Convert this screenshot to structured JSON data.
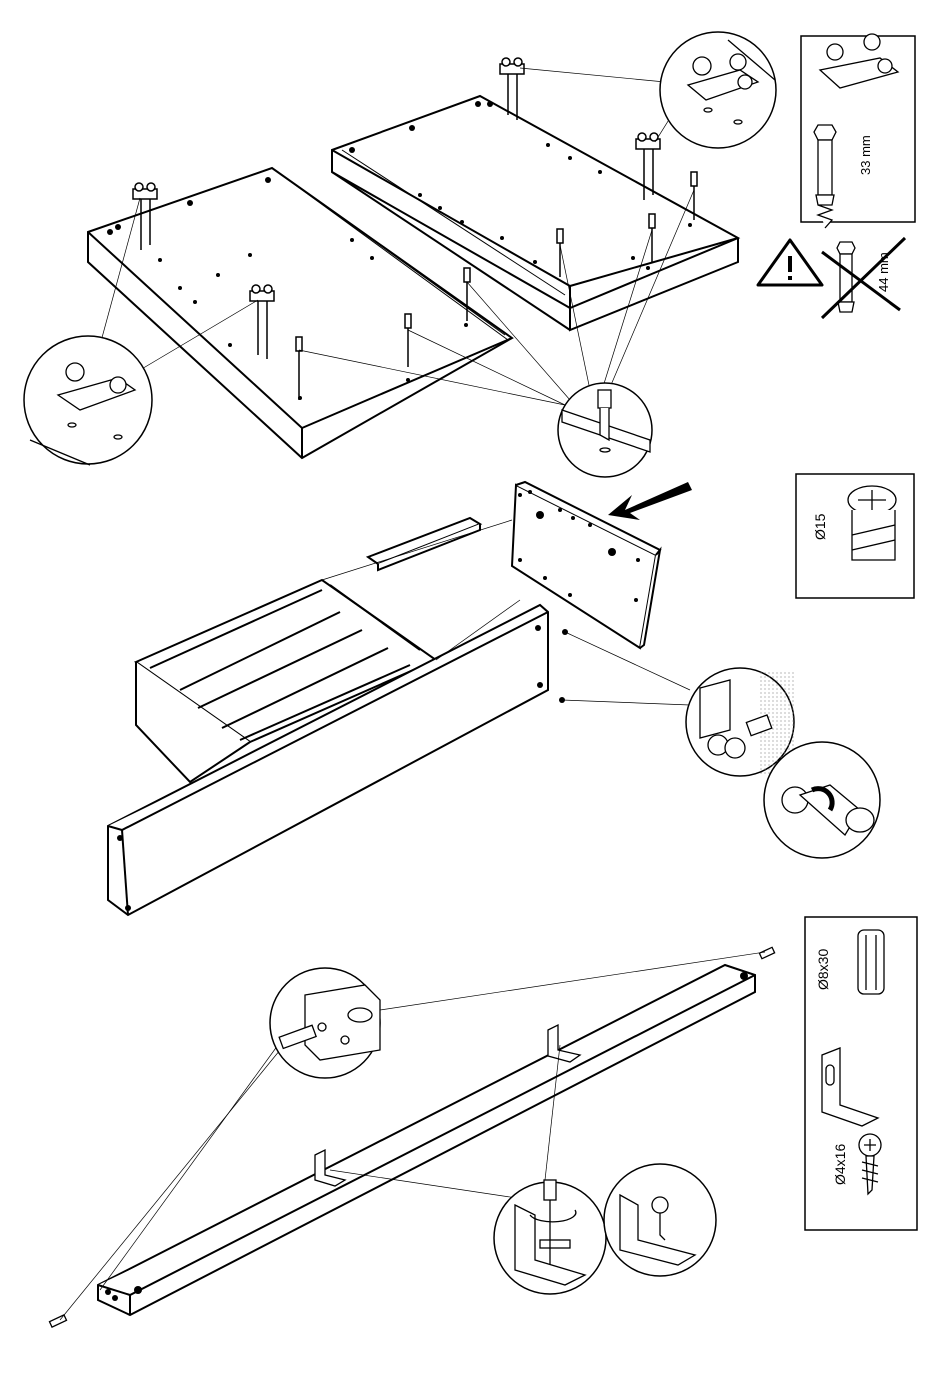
{
  "step1": {
    "screw_length_ok": "33 mm",
    "screw_length_wrong": "44 mm",
    "warning_icon": "warning-triangle-icon"
  },
  "step2": {
    "cam_lock_diameter": "Ø15",
    "arrow_icon": "push-arrow-icon"
  },
  "step3": {
    "dowel_size": "Ø8x30",
    "screw_size": "Ø4x16",
    "bracket_icon": "l-bracket-icon"
  },
  "colors": {
    "ink": "#000000",
    "paper": "#ffffff",
    "shade": "#d8d8d8"
  }
}
